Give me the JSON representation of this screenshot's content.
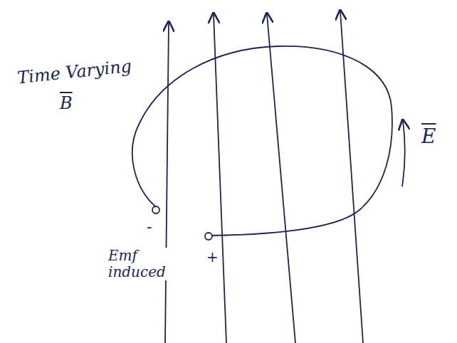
{
  "diagram": {
    "labels": [
      "Time Varying",
      "B",
      "E",
      "-",
      "+",
      "Emf induced"
    ]
  }
}
